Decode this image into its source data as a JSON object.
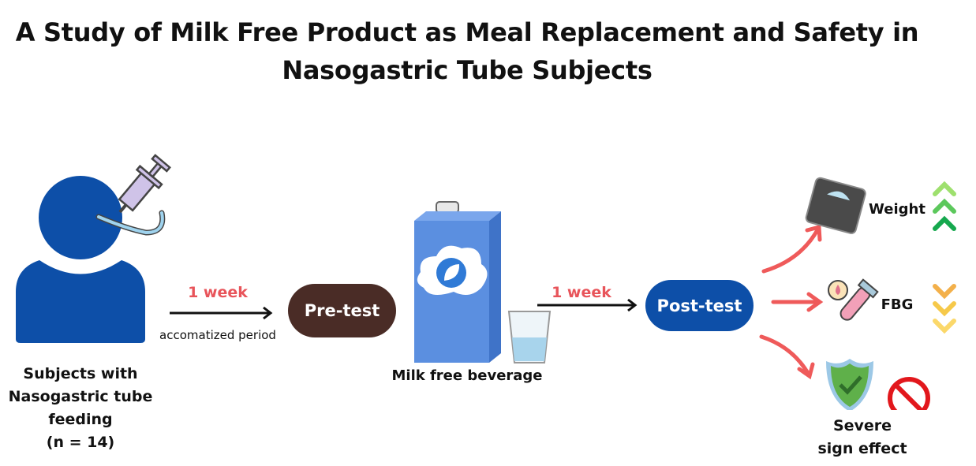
{
  "title": {
    "line1": "A Study of Milk Free Product as Meal Replacement and Safety in",
    "line2": "Nasogastric Tube Subjects"
  },
  "subjects": {
    "line1": "Subjects with",
    "line2": "Nasogastric tube",
    "line3": "feeding",
    "line4": "(n = 14)"
  },
  "arrow1": {
    "duration": "1 week",
    "caption": "accomatized period"
  },
  "pretest": "Pre-test",
  "beverage": "Milk free beverage",
  "arrow2": {
    "duration": "1 week"
  },
  "posttest": "Post-test",
  "outcomes": {
    "weight": {
      "label": "Weight",
      "trend": "increase"
    },
    "fbg": {
      "label": "FBG",
      "trend": "decrease"
    },
    "safety": {
      "line1": "Severe",
      "line2": "sign effect",
      "status": "none"
    }
  },
  "colors": {
    "person": "#0d4fa8",
    "pretest": "#4a2c26",
    "posttest": "#0d4fa8",
    "accent": "#e8545a",
    "carton": "#5b8fe0"
  }
}
